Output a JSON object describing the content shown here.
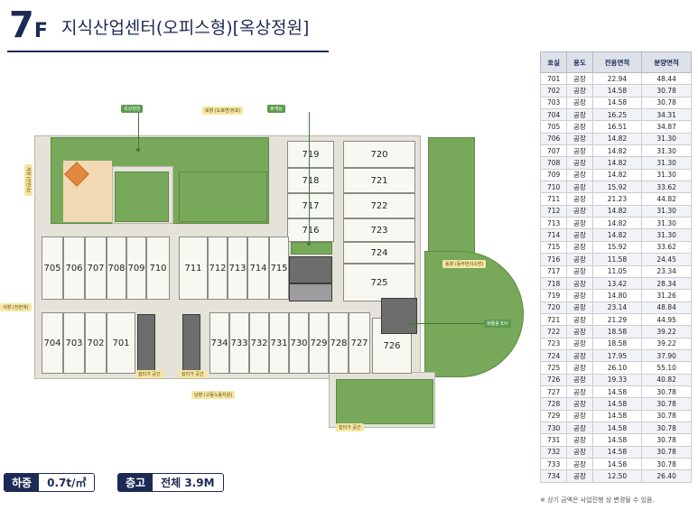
{
  "header": {
    "floor": "7",
    "floor_suffix": "F",
    "title": "지식산업센터(오피스형)[옥상정원]"
  },
  "plan": {
    "units": {
      "u719": "719",
      "u720": "720",
      "u718": "718",
      "u721": "721",
      "u717": "717",
      "u722": "722",
      "u716": "716",
      "u723": "723",
      "u724": "724",
      "u725": "725",
      "u705": "705",
      "u706": "706",
      "u707": "707",
      "u708": "708",
      "u709": "709",
      "u710": "710",
      "u711": "711",
      "u712": "712",
      "u713": "713",
      "u714": "714",
      "u715": "715",
      "u704": "704",
      "u703": "703",
      "u702": "702",
      "u701": "701",
      "u734": "734",
      "u733": "733",
      "u732": "732",
      "u731": "731",
      "u730": "730",
      "u729": "729",
      "u728": "728",
      "u727": "727",
      "u726": "726"
    },
    "tags": {
      "rooftop_garden": "옥상정원",
      "north_view": "북향 (도로변/뷰포)",
      "lounge": "휴게실",
      "east_view": "동향 (동부번의소방)",
      "west_view": "서향 (한빈속)",
      "left_view": "서향 (전면계)",
      "elevator": "화물용 E/V",
      "south_view": "남향 (고동노동지원)",
      "rest_space1": "쉼터가 공간",
      "rest_space2": "쉼터가 공간",
      "rest_space3": "쉼터가 공간"
    }
  },
  "table": {
    "headers": [
      "호실",
      "용도",
      "전용면적",
      "분양면적"
    ],
    "rows": [
      [
        "701",
        "공장",
        "22.94",
        "48.44"
      ],
      [
        "702",
        "공장",
        "14.58",
        "30.78"
      ],
      [
        "703",
        "공장",
        "14.58",
        "30.78"
      ],
      [
        "704",
        "공장",
        "16.25",
        "34.31"
      ],
      [
        "705",
        "공장",
        "16.51",
        "34.87"
      ],
      [
        "706",
        "공장",
        "14.82",
        "31.30"
      ],
      [
        "707",
        "공장",
        "14.82",
        "31.30"
      ],
      [
        "708",
        "공장",
        "14.82",
        "31.30"
      ],
      [
        "709",
        "공장",
        "14.82",
        "31.30"
      ],
      [
        "710",
        "공장",
        "15.92",
        "33.62"
      ],
      [
        "711",
        "공장",
        "21.23",
        "44.82"
      ],
      [
        "712",
        "공장",
        "14.82",
        "31.30"
      ],
      [
        "713",
        "공장",
        "14.82",
        "31.30"
      ],
      [
        "714",
        "공장",
        "14.82",
        "31.30"
      ],
      [
        "715",
        "공장",
        "15.92",
        "33.62"
      ],
      [
        "716",
        "공장",
        "11.58",
        "24.45"
      ],
      [
        "717",
        "공장",
        "11.05",
        "23.34"
      ],
      [
        "718",
        "공장",
        "13.42",
        "28.34"
      ],
      [
        "719",
        "공장",
        "14.80",
        "31.26"
      ],
      [
        "720",
        "공장",
        "23.14",
        "48.84"
      ],
      [
        "721",
        "공장",
        "21.29",
        "44.95"
      ],
      [
        "722",
        "공장",
        "18.58",
        "39.22"
      ],
      [
        "723",
        "공장",
        "18.58",
        "39.22"
      ],
      [
        "724",
        "공장",
        "17.95",
        "37.90"
      ],
      [
        "725",
        "공장",
        "26.10",
        "55.10"
      ],
      [
        "726",
        "공장",
        "19.33",
        "40.82"
      ],
      [
        "727",
        "공장",
        "14.58",
        "30.78"
      ],
      [
        "728",
        "공장",
        "14.58",
        "30.78"
      ],
      [
        "729",
        "공장",
        "14.58",
        "30.78"
      ],
      [
        "730",
        "공장",
        "14.58",
        "30.78"
      ],
      [
        "731",
        "공장",
        "14.58",
        "30.78"
      ],
      [
        "732",
        "공장",
        "14.58",
        "30.78"
      ],
      [
        "733",
        "공장",
        "14.58",
        "30.78"
      ],
      [
        "734",
        "공장",
        "12.50",
        "26.40"
      ]
    ],
    "note": "※ 상기 금액은 사업진행 상 변경될 수 있음."
  },
  "badges": {
    "load_key": "하중",
    "load_value": "0.7t/㎡",
    "height_key": "층고",
    "height_value": "전체 3.9M"
  },
  "colors": {
    "navy": "#1c2a55",
    "garden": "#78a859",
    "deck": "#f2d8b5"
  }
}
